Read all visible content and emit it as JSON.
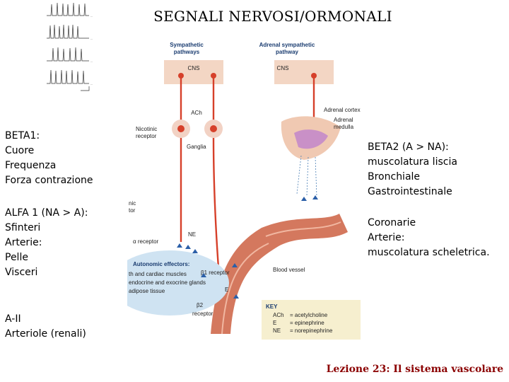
{
  "title": "SEGNALI NERVOSI/ORMONALI",
  "left_blocks": [
    {
      "lines": [
        "BETA1:",
        "Cuore",
        "Frequenza",
        "Forza contrazione"
      ]
    },
    {
      "lines": [
        "ALFA 1  (NA > A):",
        "Sfinteri",
        "Arterie:",
        "Pelle",
        "Visceri"
      ]
    },
    {
      "lines": [
        "A-II",
        "Arteriole (renali)"
      ]
    }
  ],
  "right_blocks": [
    {
      "lines": [
        "BETA2 (A > NA):",
        "muscolatura liscia",
        "Bronchiale",
        "Gastrointestinale"
      ]
    },
    {
      "lines": [
        "Coronarie",
        "Arterie:",
        "muscolatura scheletrica."
      ]
    }
  ],
  "footer": "Lezione 23: Il sistema vascolare",
  "diagram": {
    "sympathetic_pathways": [
      "Sympathetic",
      "pathways"
    ],
    "adrenal_pathway": [
      "Adrenal sympathetic",
      "pathway"
    ],
    "cns": "CNS",
    "ach": "ACh",
    "nicotinic_receptor": [
      "Nicotinic",
      "receptor"
    ],
    "ganglia": "Ganglia",
    "adrenal_cortex": "Adrenal cortex",
    "adrenal_medulla": [
      "Adrenal",
      "medulla"
    ],
    "ne": "NE",
    "alpha_receptor": "α receptor",
    "beta1_receptor": "β1 receptor",
    "beta2_receptor": [
      "β2",
      "receptor"
    ],
    "e": "E",
    "blood_vessel": "Blood vessel",
    "autonomic_effectors_title": "Autonomic effectors:",
    "autonomic_effectors_items": [
      "th and cardiac muscles",
      "endocrine and exocrine glands",
      "adipose tissue"
    ],
    "partial_nic": [
      "nic",
      "tor"
    ],
    "key_title": "KEY",
    "key_items": [
      {
        "symbol": "ACh",
        "text": "= acetylcholine"
      },
      {
        "symbol": "E",
        "text": "= epinephrine"
      },
      {
        "symbol": "NE",
        "text": "= norepinephrine"
      }
    ]
  },
  "colors": {
    "footer": "#8b0000",
    "nerve": "#d6402a",
    "vessel": "#d4785e",
    "effector": "#cfe3f2",
    "cns_box": "#f3d6c4",
    "key_box": "#f6efcf"
  }
}
